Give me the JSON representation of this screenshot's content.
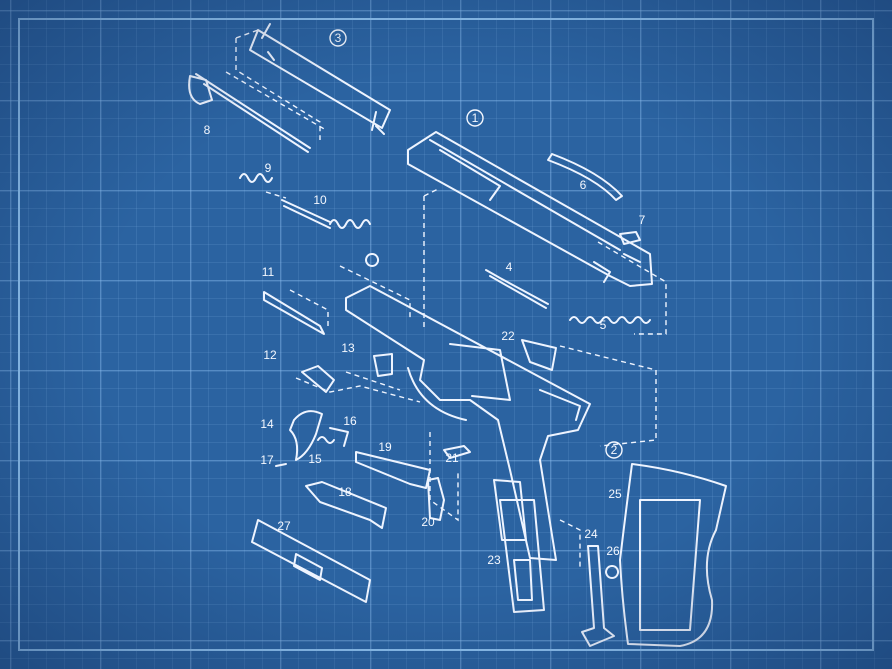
{
  "colors": {
    "background": "#2b63a1",
    "lines": "#eef4ff",
    "frame": "#8ec2f0"
  },
  "parts": [
    {
      "num": "1",
      "circled": true
    },
    {
      "num": "2",
      "circled": true
    },
    {
      "num": "3",
      "circled": true
    },
    {
      "num": "4"
    },
    {
      "num": "5"
    },
    {
      "num": "6"
    },
    {
      "num": "7"
    },
    {
      "num": "8"
    },
    {
      "num": "9"
    },
    {
      "num": "10"
    },
    {
      "num": "11"
    },
    {
      "num": "12"
    },
    {
      "num": "13"
    },
    {
      "num": "14"
    },
    {
      "num": "15"
    },
    {
      "num": "16"
    },
    {
      "num": "17"
    },
    {
      "num": "18"
    },
    {
      "num": "19"
    },
    {
      "num": "20"
    },
    {
      "num": "21"
    },
    {
      "num": "22"
    },
    {
      "num": "23"
    },
    {
      "num": "24"
    },
    {
      "num": "25"
    },
    {
      "num": "26"
    },
    {
      "num": "27"
    }
  ]
}
